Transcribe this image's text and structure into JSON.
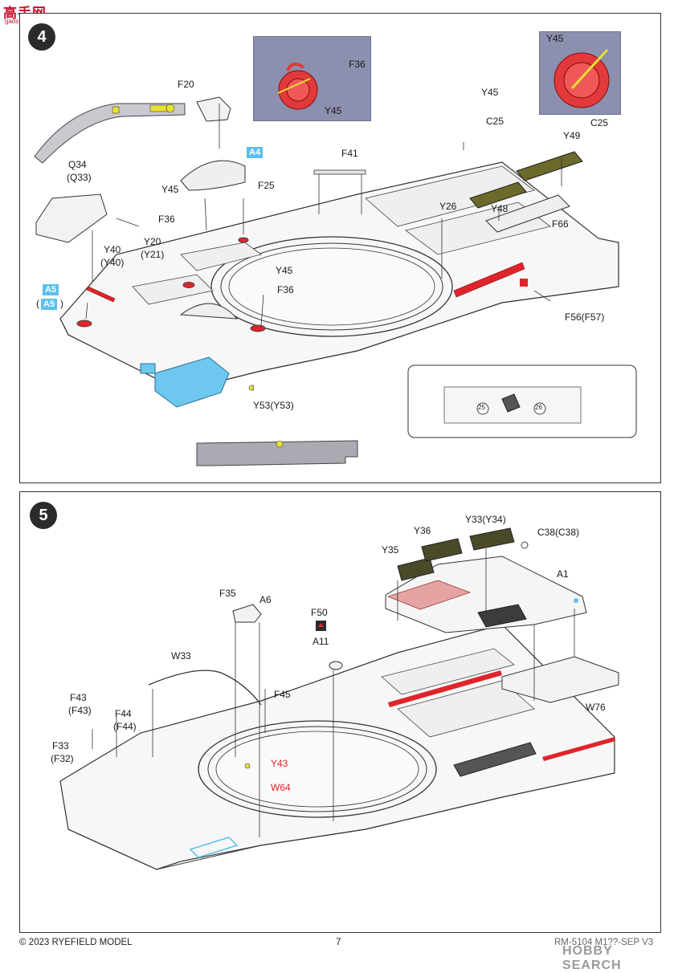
{
  "watermark_top": {
    "text": "高手网",
    "sub": "gaoshou.com"
  },
  "step4": {
    "number": "4",
    "labels": {
      "F20": "F20",
      "A4": "A4",
      "Q34": "Q34",
      "Q33": "(Q33)",
      "Y45a": "Y45",
      "F36a": "F36",
      "F25": "F25",
      "Y40": "Y40",
      "Y40p": "(Y40)",
      "Y20": "Y20",
      "Y21": "(Y21)",
      "A5": "A5",
      "A5p": "A5",
      "Y45b": "Y45",
      "F36b": "F36",
      "F41": "F41",
      "Y45c": "Y45",
      "C25": "C25",
      "Y49": "Y49",
      "Y48": "Y48",
      "Y26": "Y26",
      "F66": "F66",
      "F56": "F56(F57)",
      "Y53": "Y53(Y53)",
      "inset1_F36": "F36",
      "inset1_Y45": "Y45",
      "inset2_Y45": "Y45",
      "inset2_C25": "C25",
      "detail_25": "25",
      "detail_26": "26"
    }
  },
  "step5": {
    "number": "5",
    "labels": {
      "Y33": "Y33(Y34)",
      "Y36": "Y36",
      "C38": "C38(C38)",
      "Y35": "Y35",
      "A1": "A1",
      "F35": "F35",
      "A6": "A6",
      "F50": "F50",
      "A11": "A11",
      "W33": "W33",
      "F45": "F45",
      "F43": "F43",
      "F43p": "(F43)",
      "F44": "F44",
      "F44p": "(F44)",
      "F33": "F33",
      "F32": "(F32)",
      "Y43": "Y43",
      "W64": "W64",
      "W76": "W76"
    }
  },
  "footer": {
    "copyright": "© 2023 RYEFIELD MODEL",
    "page": "7",
    "code": "RM-5104 M1??-SEP V3",
    "watermark": "HOBBY SEARCH"
  },
  "colors": {
    "accent_blue": "#5bc0eb",
    "accent_red": "#e0242b",
    "photoetch": "#6b6a2a",
    "inset_bg": "#8c8fae"
  }
}
